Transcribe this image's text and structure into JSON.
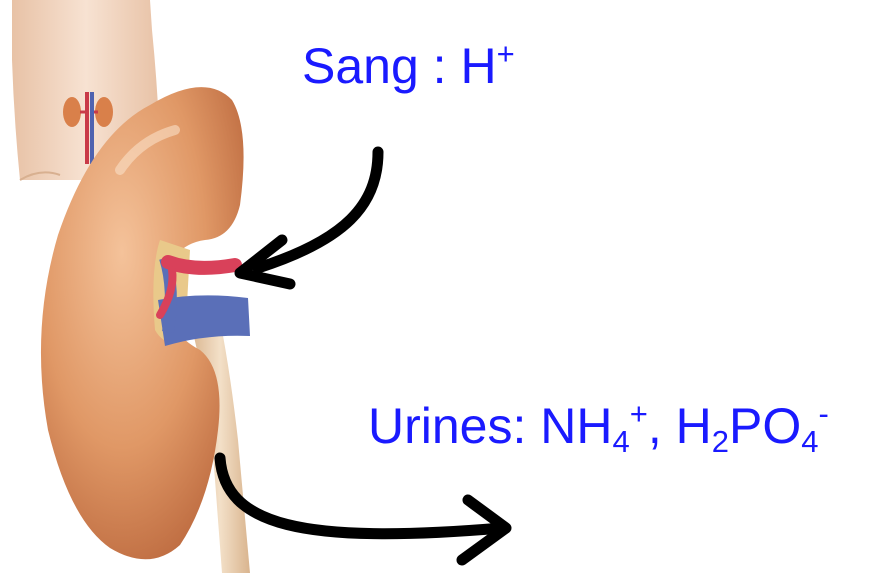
{
  "blood": {
    "prefix": "Sang : H",
    "charge": "+"
  },
  "urine": {
    "prefix": "Urines: NH",
    "nh4_sub": "4",
    "nh4_charge": "+",
    "separator": ", H",
    "h2_sub": "2",
    "po": "PO",
    "po4_sub": "4",
    "po4_charge": "-"
  },
  "colors": {
    "label": "#1a1aff",
    "arrow": "#000000",
    "kidney": "#d98a55",
    "artery": "#d9415a",
    "vein": "#5a6fb8",
    "ureter": "#e6c9a8",
    "skin": "#f2d4bc"
  },
  "icons": [
    "body-torso-icon",
    "kidney-icon",
    "arrow-in-icon",
    "arrow-out-icon"
  ]
}
